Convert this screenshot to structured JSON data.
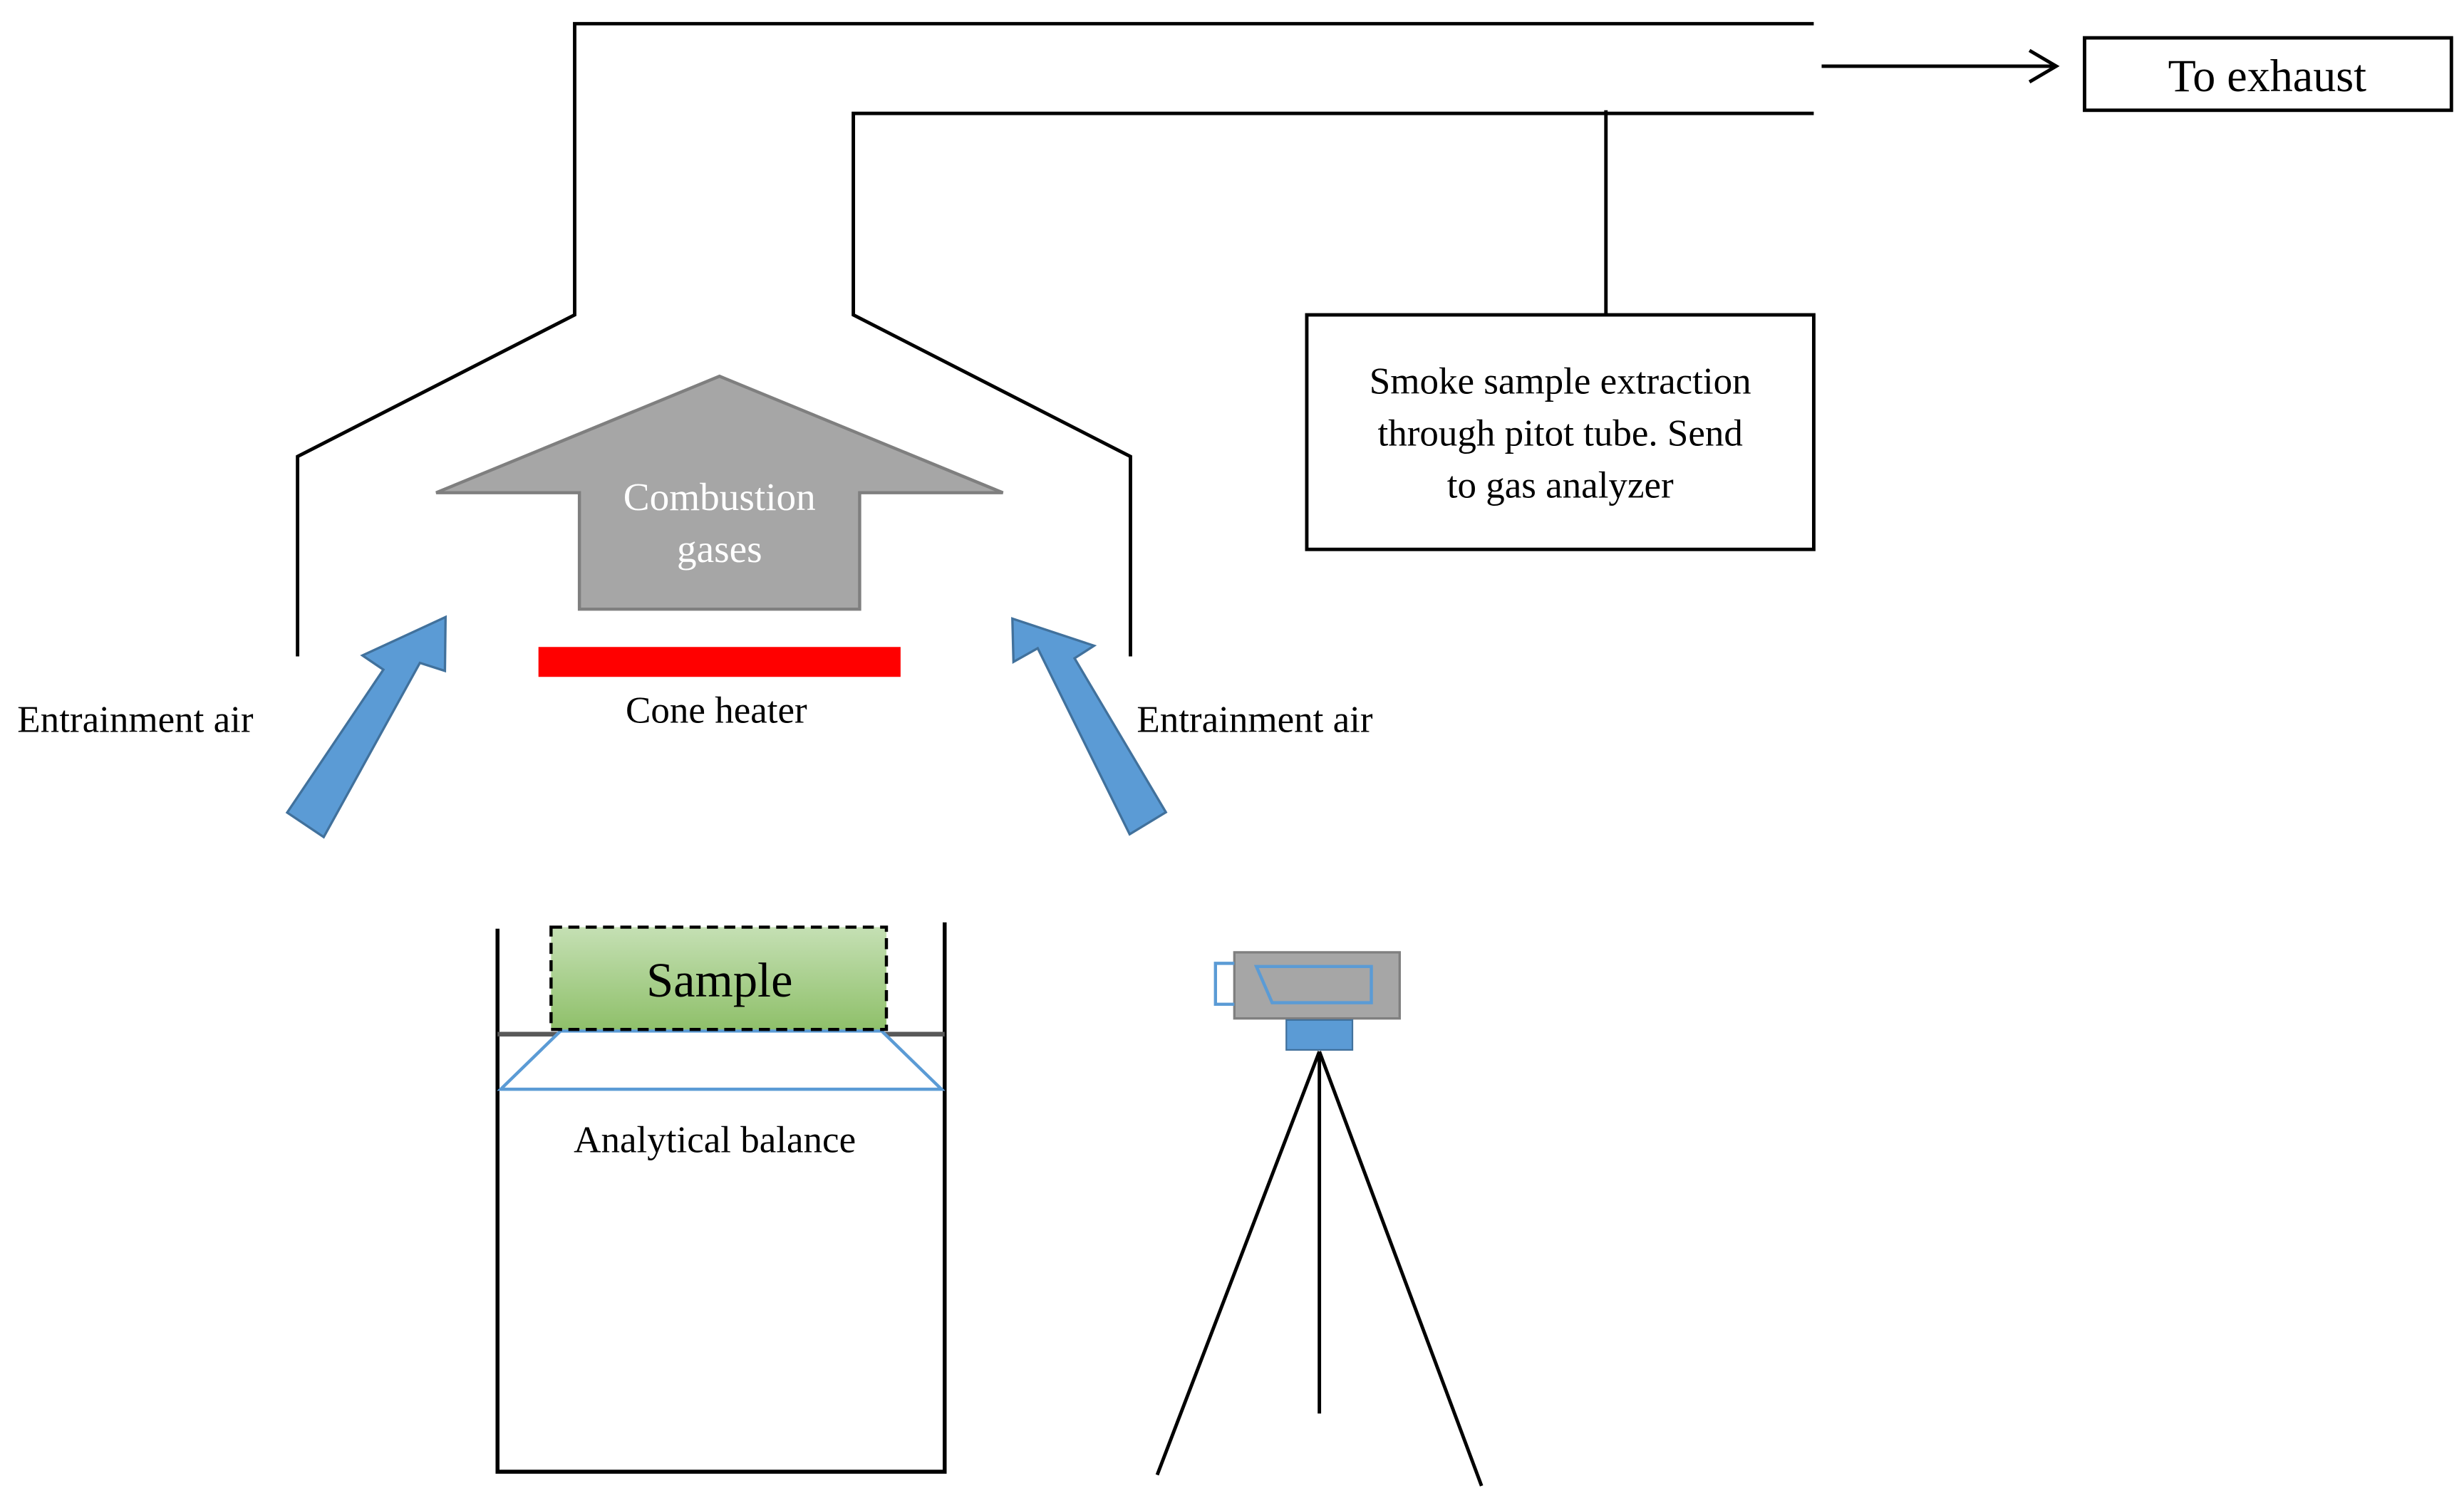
{
  "labels": {
    "exhaust": "To exhaust",
    "smoke_line1": "Smoke sample extraction",
    "smoke_line2": "through pitot tube. Send",
    "smoke_line3": "to gas analyzer",
    "combustion_line1": "Combustion",
    "combustion_line2": "gases",
    "cone_heater": "Cone heater",
    "entrainment_left": "Entrainment air",
    "entrainment_right": "Entrainment air",
    "sample": "Sample",
    "balance": "Analytical balance"
  },
  "colors": {
    "line": "#000000",
    "arrow_fill": "#5b9bd5",
    "arrow_stroke": "#41719c",
    "combustion_fill": "#a6a6a6",
    "combustion_stroke": "#7f7f7f",
    "heater": "#ff0000",
    "sample_fill": "#a9d18e",
    "balance_pan": "#5b9bd5",
    "camera_body": "#a6a6a6",
    "camera_mount": "#5b9bd5"
  },
  "icons": {
    "camera": "video-camera-icon",
    "tripod": "tripod-icon"
  }
}
